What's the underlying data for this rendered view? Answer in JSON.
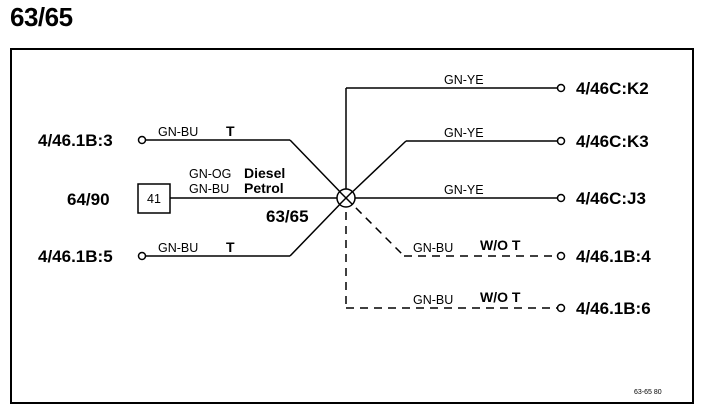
{
  "page_title": "63/65",
  "splice": {
    "label": "63/65"
  },
  "left_connections": [
    {
      "terminal": "4/46.1B:3",
      "wire": "GN-BU",
      "tag": "T"
    },
    {
      "terminal": "4/46.1B:5",
      "wire": "GN-BU",
      "tag": "T"
    }
  ],
  "component": {
    "name": "64/90",
    "pin": "41",
    "options": [
      {
        "wire": "GN-OG",
        "tag": "Diesel"
      },
      {
        "wire": "GN-BU",
        "tag": "Petrol"
      }
    ]
  },
  "right_connections": [
    {
      "terminal": "4/46C:K2",
      "wire": "GN-YE",
      "tag": ""
    },
    {
      "terminal": "4/46C:K3",
      "wire": "GN-YE",
      "tag": ""
    },
    {
      "terminal": "4/46C:J3",
      "wire": "GN-YE",
      "tag": ""
    },
    {
      "terminal": "4/46.1B:4",
      "wire": "GN-BU",
      "tag": "W/O T"
    },
    {
      "terminal": "4/46.1B:6",
      "wire": "GN-BU",
      "tag": "W/O T"
    }
  ],
  "footer_code": "63-65 80"
}
